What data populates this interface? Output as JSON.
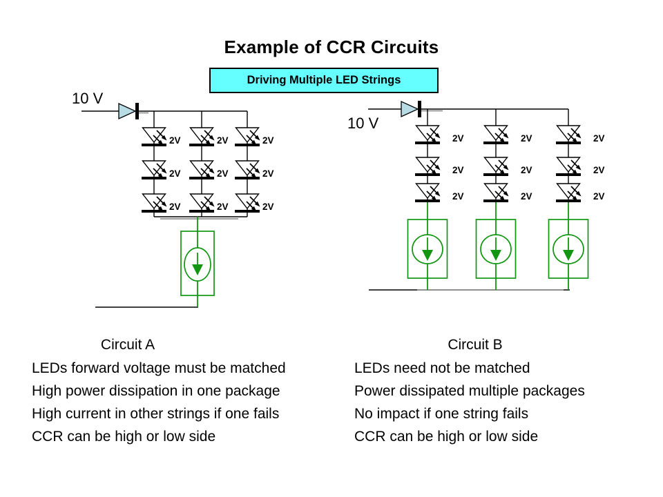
{
  "title": "Example of CCR Circuits",
  "banner": {
    "label": "Driving Multiple LED Strings",
    "bg_color": "#66FFFF"
  },
  "colors": {
    "circuit_green": "#129612",
    "diode_fill": "#B8DCE6",
    "wire_black": "#000000",
    "shadow_gray": "#909090"
  },
  "circuit_a": {
    "supply_label": "10 V",
    "led_voltage_label": "2V",
    "led_strings": 3,
    "leds_per_string": 3,
    "current_regulators": 1,
    "caption": "Circuit A",
    "notes": [
      "LEDs forward voltage must be matched",
      "High power dissipation in one package",
      "High current in other strings if one fails",
      "CCR can be high or low side"
    ]
  },
  "circuit_b": {
    "supply_label": "10 V",
    "led_voltage_label": "2V",
    "led_strings": 3,
    "leds_per_string": 3,
    "current_regulators": 3,
    "caption": "Circuit B",
    "notes": [
      "LEDs need not be matched",
      "Power dissipated multiple packages",
      "No impact if one string fails",
      "CCR can be high or low side"
    ]
  }
}
